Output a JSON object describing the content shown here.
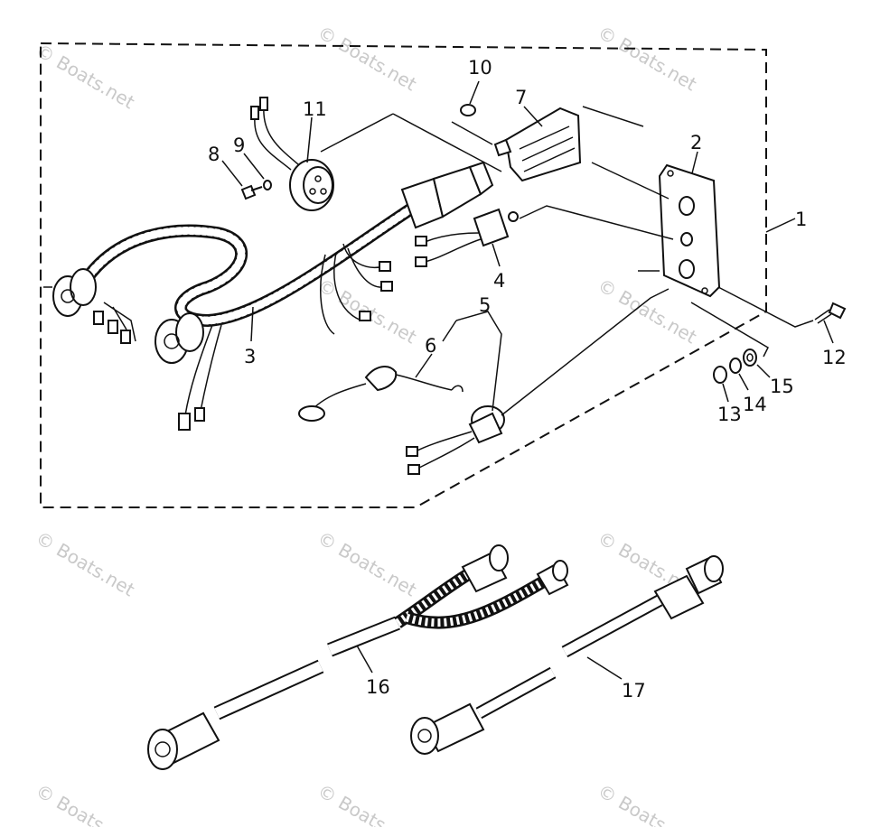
{
  "watermark": "© Boats.net",
  "callouts": [
    "1",
    "2",
    "3",
    "4",
    "5",
    "6",
    "7",
    "8",
    "9",
    "10",
    "11",
    "12",
    "13",
    "14",
    "15",
    "16",
    "17"
  ],
  "colors": {
    "ink": "#111111",
    "watermark": "#c9c9c9",
    "background": "#ffffff"
  }
}
